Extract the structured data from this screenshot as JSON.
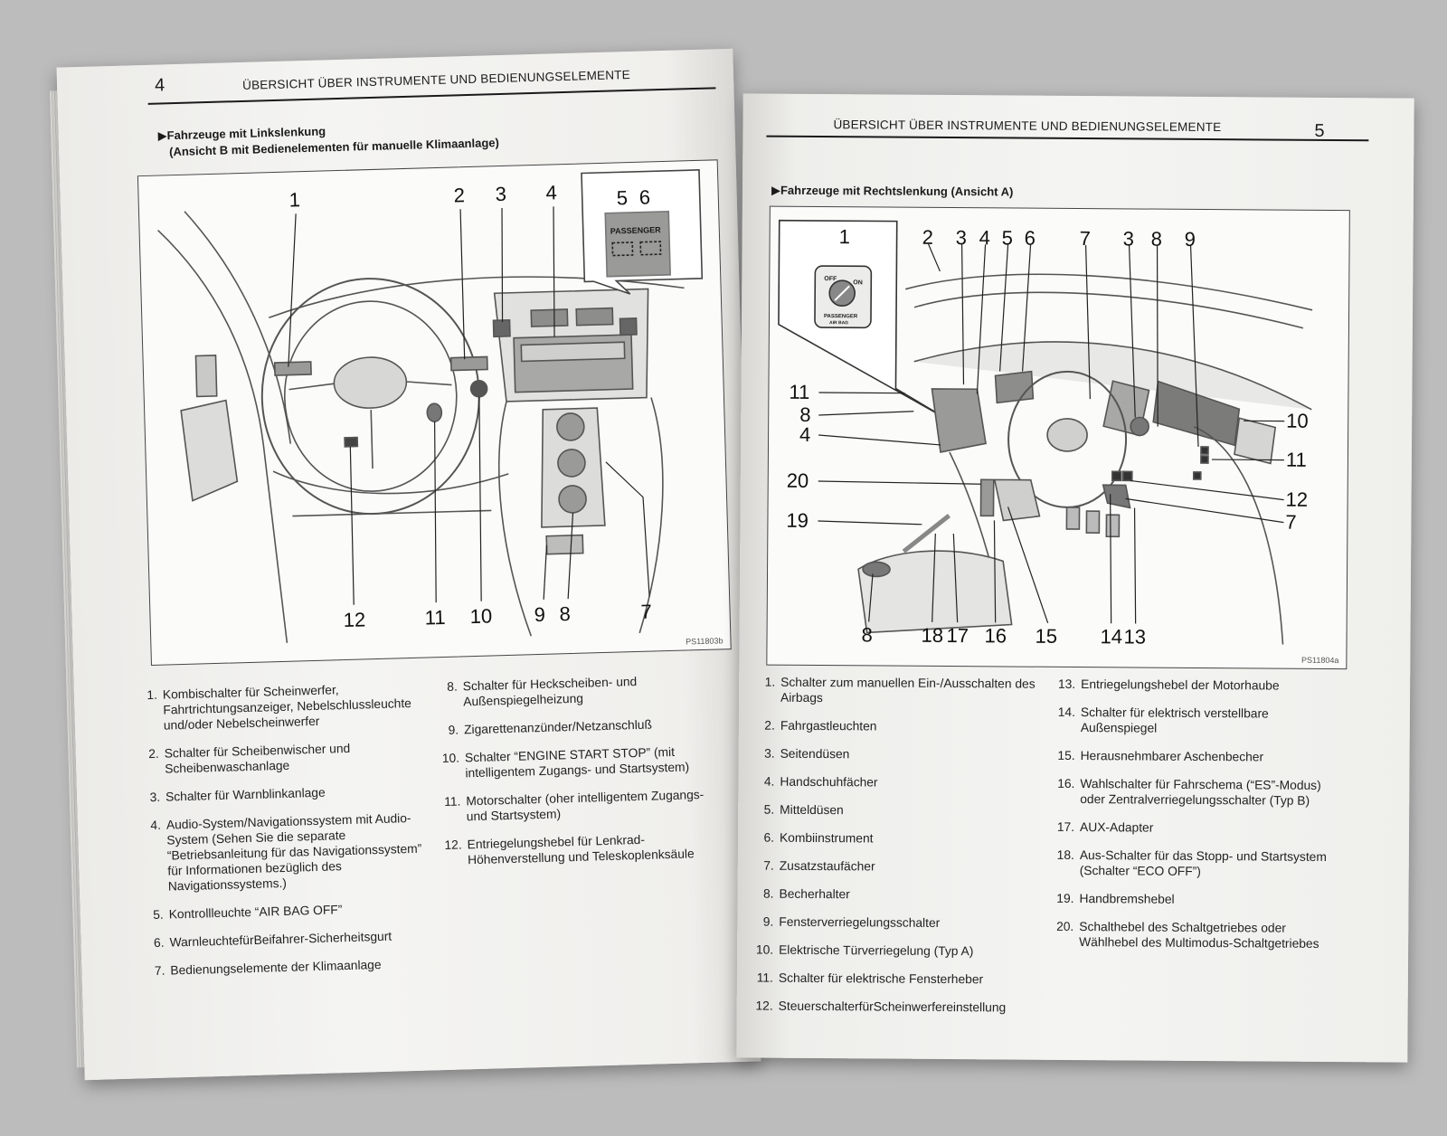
{
  "left_page": {
    "page_number": "4",
    "header_title": "ÜBERSICHT ÜBER INSTRUMENTE UND BEDIENUNGSELEMENTE",
    "section_title_line1": "▶Fahrzeuge mit Linkslenkung",
    "section_title_line2": "(Ansicht B mit Bedienelementen für manuelle Klimaanlage)",
    "figure_code": "PS11803b",
    "inset_label": "PASSENGER",
    "callouts_top": [
      "1",
      "2",
      "3",
      "4",
      "5",
      "6"
    ],
    "callouts_bottom": [
      "12",
      "11",
      "10",
      "9",
      "8",
      "7"
    ],
    "legend_col1": [
      {
        "num": "1.",
        "text": "Kombischalter für Scheinwerfer, Fahrtrichtungsanzeiger, Nebelschlussleuchte und/oder Nebelscheinwerfer"
      },
      {
        "num": "2.",
        "text": "Schalter für Scheibenwischer und Scheibenwaschanlage"
      },
      {
        "num": "3.",
        "text": "Schalter für Warnblinkanlage"
      },
      {
        "num": "4.",
        "text": "Audio-System/Navigationssystem mit Audio-System (Sehen Sie die separate “Betriebsanleitung für das Navigationssystem” für Informationen bezüglich des Navigationssystems.)"
      },
      {
        "num": "5.",
        "text": "Kontrollleuchte “AIR BAG OFF”"
      },
      {
        "num": "6.",
        "text": "WarnleuchtefürBeifahrer-Sicherheitsgurt"
      },
      {
        "num": "7.",
        "text": "Bedienungselemente der Klimaanlage"
      }
    ],
    "legend_col2": [
      {
        "num": "8.",
        "text": "Schalter für Heckscheiben- und Außenspiegelheizung"
      },
      {
        "num": "9.",
        "text": "Zigarettenanzünder/Netzanschluß"
      },
      {
        "num": "10.",
        "text": "Schalter “ENGINE START STOP” (mit intelligentem Zugangs- und Startsystem)"
      },
      {
        "num": "11.",
        "text": "Motorschalter (oher intelligentem Zugangs- und Startsystem)"
      },
      {
        "num": "12.",
        "text": "Entriegelungshebel für Lenkrad-Höhenverstellung und Teleskoplenksäule"
      }
    ]
  },
  "right_page": {
    "page_number": "5",
    "header_title": "ÜBERSICHT ÜBER INSTRUMENTE UND BEDIENUNGSELEMENTE",
    "section_title": "▶Fahrzeuge mit Rechtslenkung (Ansicht A)",
    "figure_code": "PS11804a",
    "switch_off": "OFF",
    "switch_on": "ON",
    "switch_caption1": "PASSENGER",
    "switch_caption2": "AIR BAG",
    "callouts_top": [
      "1",
      "2",
      "3",
      "4",
      "5",
      "6",
      "7",
      "3",
      "8",
      "9"
    ],
    "callouts_left": [
      "11",
      "8",
      "4",
      "20",
      "19"
    ],
    "callouts_right": [
      "10",
      "11",
      "12",
      "7"
    ],
    "callouts_bottom": [
      "8",
      "18",
      "17",
      "16",
      "15",
      "14",
      "13"
    ],
    "legend_col1": [
      {
        "num": "1.",
        "text": "Schalter zum manuellen Ein-/Ausschalten des Airbags"
      },
      {
        "num": "2.",
        "text": "Fahrgastleuchten"
      },
      {
        "num": "3.",
        "text": "Seitendüsen"
      },
      {
        "num": "4.",
        "text": "Handschuhfächer"
      },
      {
        "num": "5.",
        "text": "Mitteldüsen"
      },
      {
        "num": "6.",
        "text": "Kombiinstrument"
      },
      {
        "num": "7.",
        "text": "Zusatzstaufächer"
      },
      {
        "num": "8.",
        "text": "Becherhalter"
      },
      {
        "num": "9.",
        "text": "Fensterverriegelungsschalter"
      },
      {
        "num": "10.",
        "text": "Elektrische Türverriegelung (Typ A)"
      },
      {
        "num": "11.",
        "text": "Schalter für elektrische Fensterheber"
      },
      {
        "num": "12.",
        "text": "SteuerschalterfürScheinwerfereinstellung"
      }
    ],
    "legend_col2": [
      {
        "num": "13.",
        "text": "Entriegelungshebel der Motorhaube"
      },
      {
        "num": "14.",
        "text": "Schalter für elektrisch verstellbare Außenspiegel"
      },
      {
        "num": "15.",
        "text": "Herausnehmbarer Aschenbecher"
      },
      {
        "num": "16.",
        "text": "Wahlschalter für Fahrschema (“ES”-Modus) oder Zentralverriegelungsschalter (Typ B)"
      },
      {
        "num": "17.",
        "text": "AUX-Adapter"
      },
      {
        "num": "18.",
        "text": "Aus-Schalter für das Stopp- und Startsystem (Schalter “ECO OFF”)"
      },
      {
        "num": "19.",
        "text": "Handbremshebel"
      },
      {
        "num": "20.",
        "text": "Schalthebel des Schaltgetriebes oder Wählhebel des Multimodus-Schaltgetriebes"
      }
    ]
  }
}
